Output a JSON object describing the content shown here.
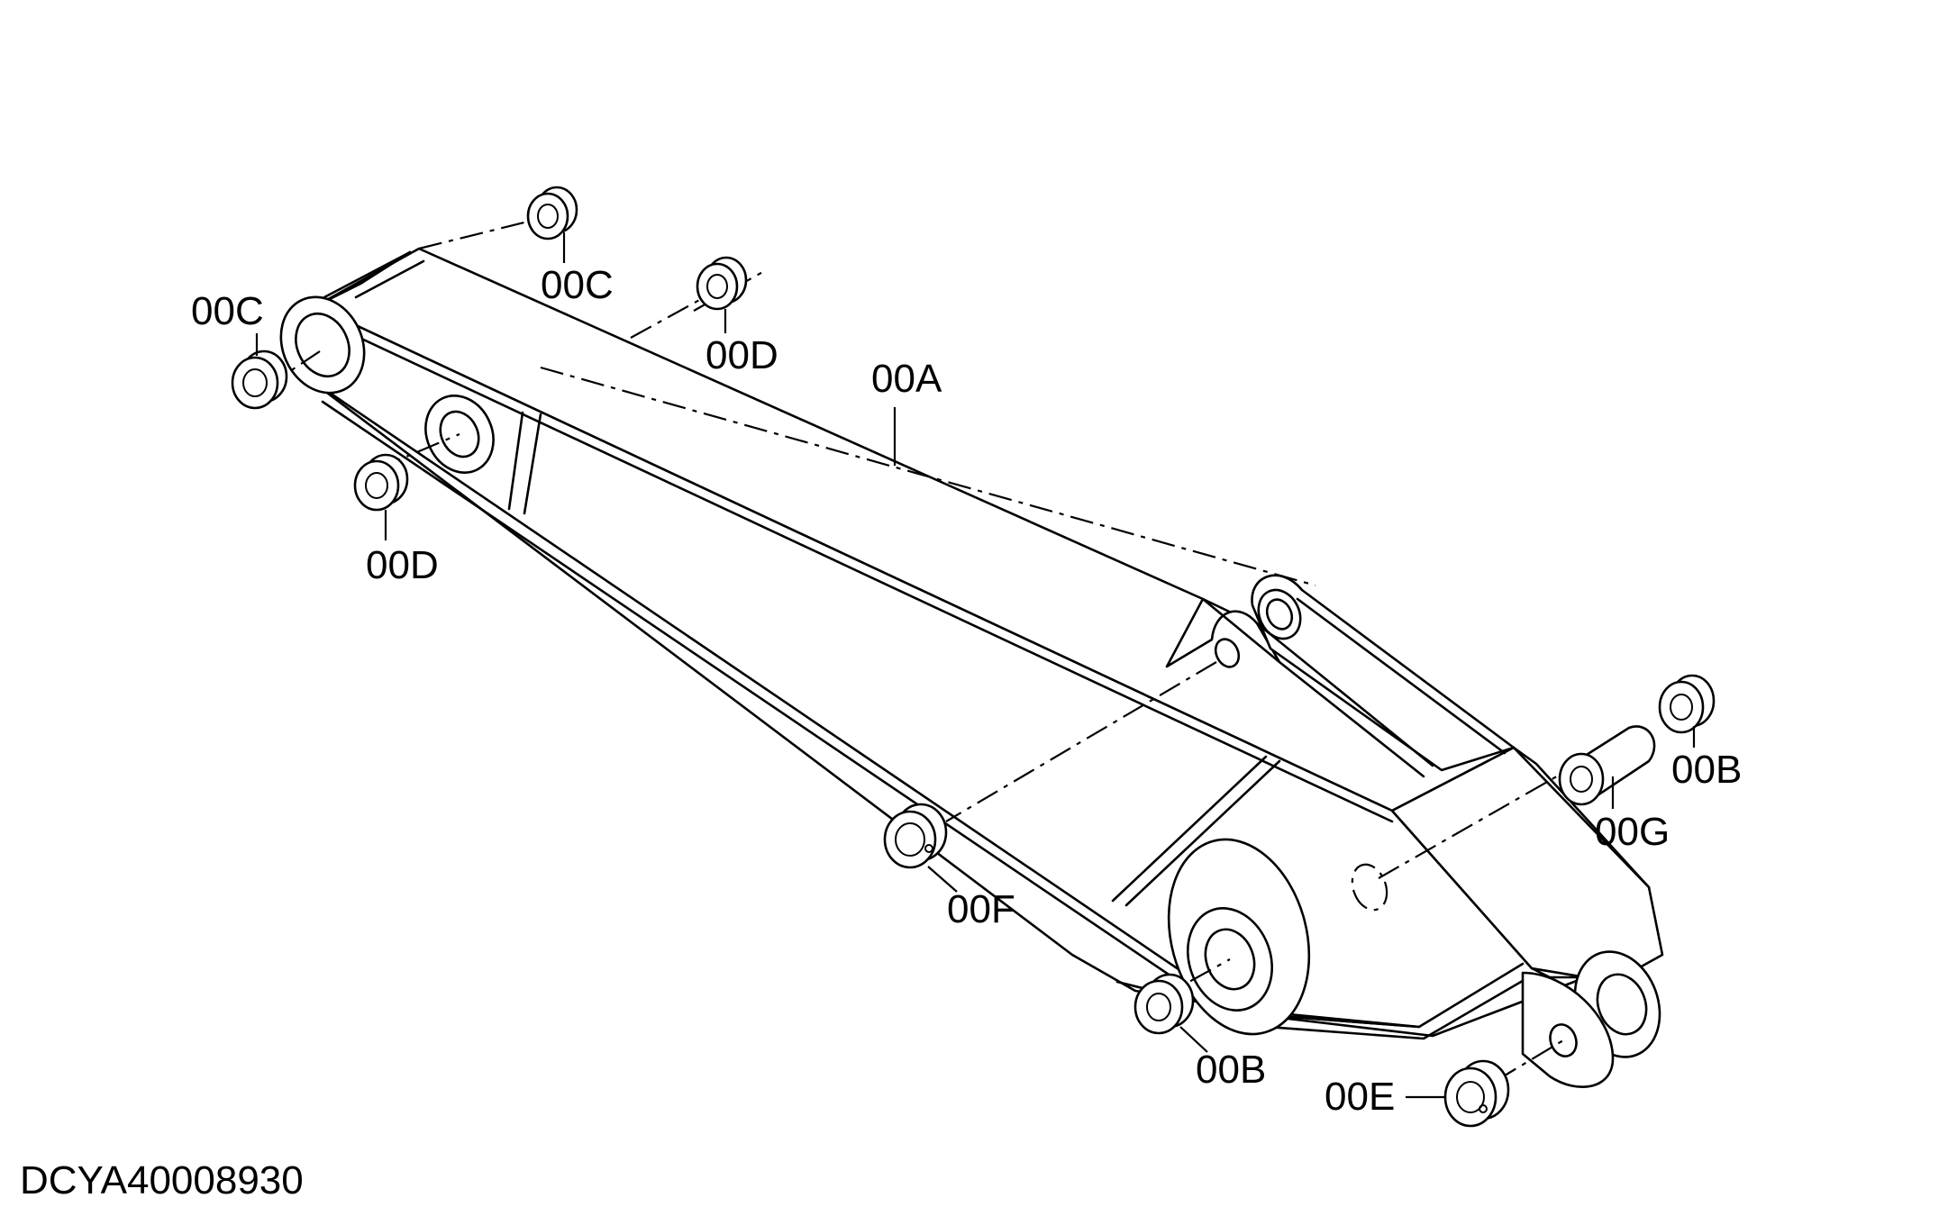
{
  "diagram": {
    "labels": {
      "c_top": "00C",
      "d_top": "00D",
      "c_left": "00C",
      "a_main": "00A",
      "d_left": "00D",
      "b_right": "00B",
      "g_right": "00G",
      "f_mid": "00F",
      "b_bottom": "00B",
      "e_bottom": "00E"
    },
    "drawing_code": "DCYA40008930"
  }
}
